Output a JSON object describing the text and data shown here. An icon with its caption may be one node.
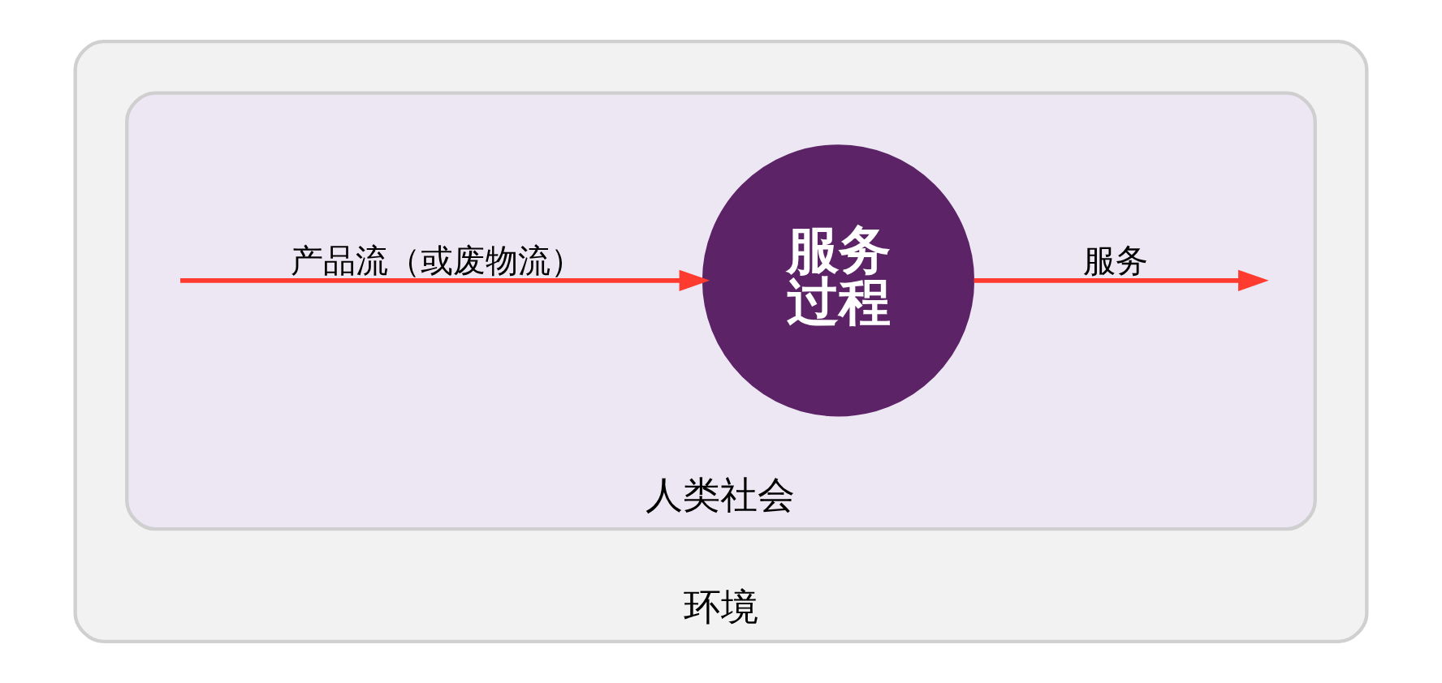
{
  "diagram": {
    "nodes": [
      {
        "text": [
          "环境"
        ]
      },
      {
        "text": [
          "人类社会"
        ],
        "in": 0
      },
      {
        "text": [
          "服务过程"
        ],
        "in": 1
      }
    ],
    "edges": [
      {
        "from": null,
        "to": 2,
        "arrow": "to",
        "label": "产品流（或废物流）"
      },
      {
        "from": 2,
        "to": null,
        "arrow": "to",
        "label": "服务"
      }
    ]
  }
}
